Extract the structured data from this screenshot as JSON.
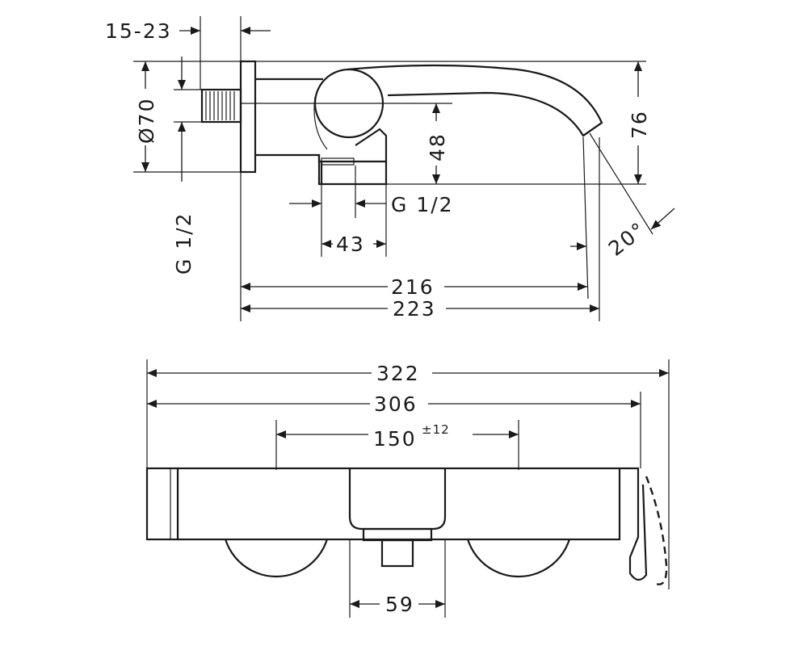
{
  "dimensions": {
    "d15_23": "15-23",
    "d70": "Ø70",
    "g12_vertical": "G 1/2",
    "d48": "48",
    "g12_horizontal": "G 1/2",
    "d43": "43",
    "d216": "216",
    "d223": "223",
    "d76": "76",
    "d20deg": "20°",
    "d322": "322",
    "d306": "306",
    "d150": "150",
    "d150_tol": "±12",
    "d59": "59"
  }
}
